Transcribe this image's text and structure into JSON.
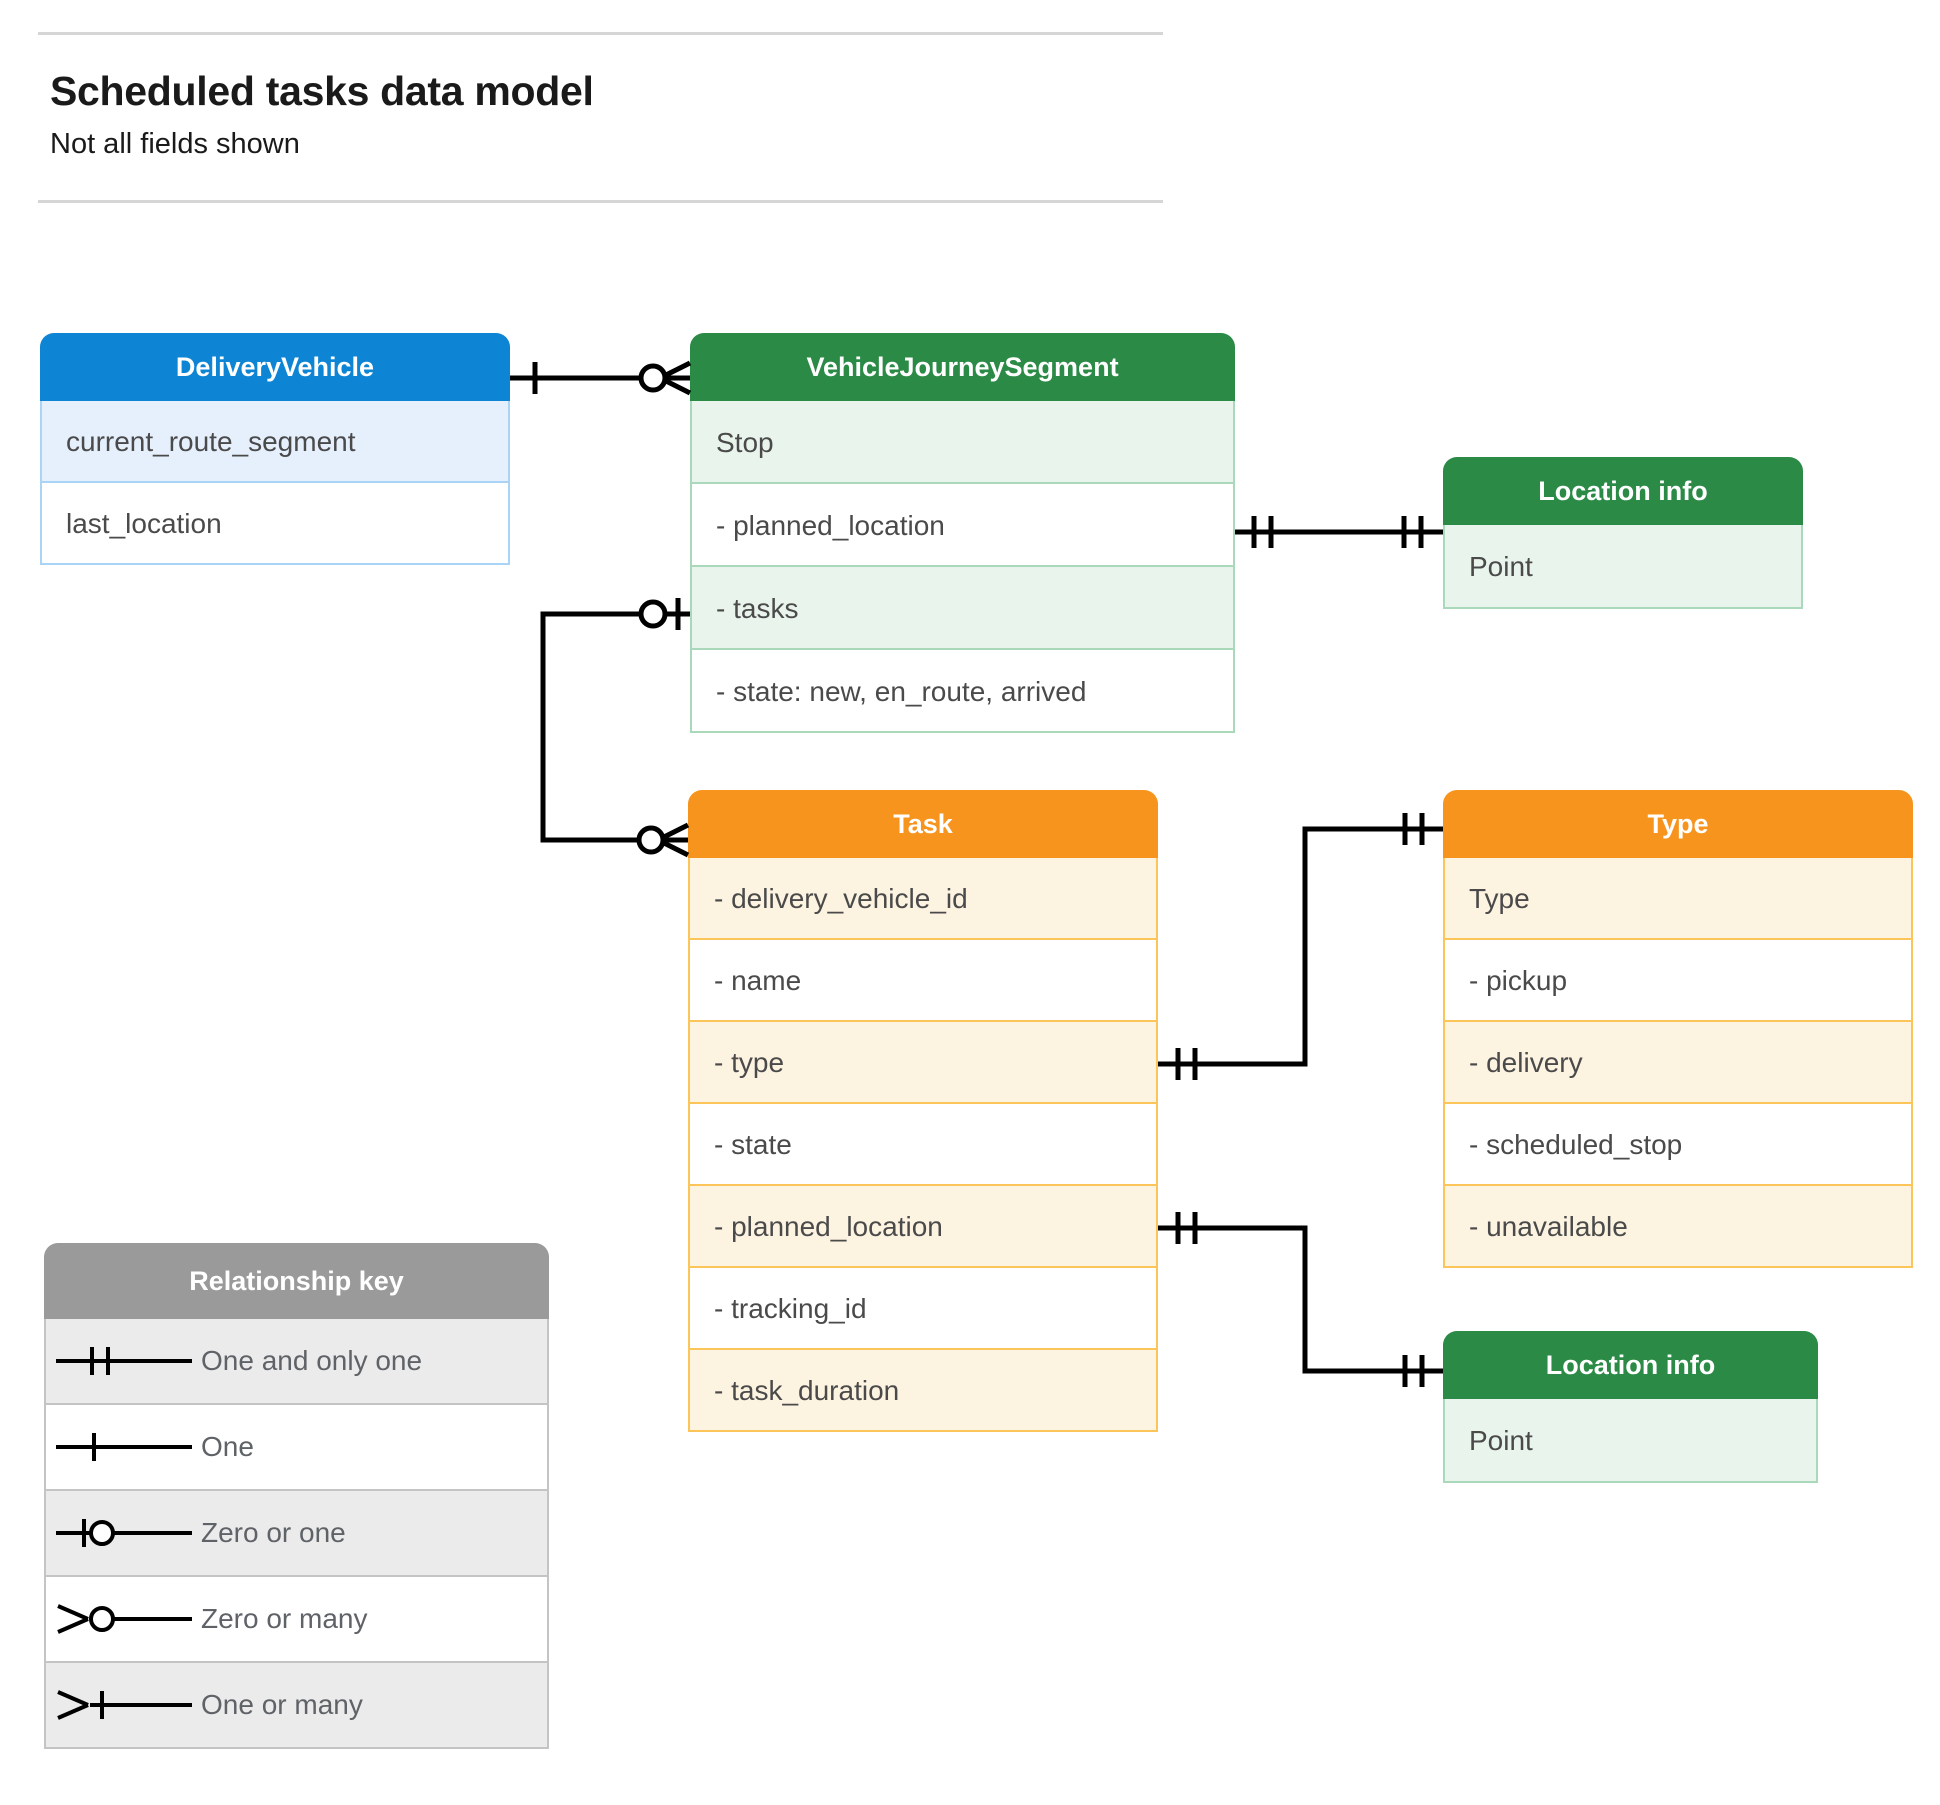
{
  "header": {
    "title": "Scheduled tasks data model",
    "subtitle": "Not all fields shown"
  },
  "entities": {
    "delivery_vehicle": {
      "title": "DeliveryVehicle",
      "color": "#0d84d4",
      "rows": [
        "current_route_segment",
        "last_location"
      ]
    },
    "vehicle_journey_segment": {
      "title": "VehicleJourneySegment",
      "color": "#2b8a46",
      "rows": [
        "Stop",
        "-  planned_location",
        "- tasks",
        "- state: new, en_route, arrived"
      ]
    },
    "location_info_top": {
      "title": "Location info",
      "color": "#2b8a46",
      "rows": [
        "Point"
      ]
    },
    "task": {
      "title": "Task",
      "color": "#f7941e",
      "rows": [
        "- delivery_vehicle_id",
        "- name",
        "- type",
        "- state",
        "- planned_location",
        "- tracking_id",
        "- task_duration"
      ]
    },
    "type": {
      "title": "Type",
      "color": "#f7941e",
      "rows": [
        "Type",
        "-  pickup",
        "-  delivery",
        "-  scheduled_stop",
        "-  unavailable"
      ]
    },
    "location_info_bottom": {
      "title": "Location info",
      "color": "#2b8a46",
      "rows": [
        "Point"
      ]
    }
  },
  "legend": {
    "title": "Relationship key",
    "items": [
      {
        "symbol": "one-and-only-one",
        "label": "One and only one"
      },
      {
        "symbol": "one",
        "label": "One"
      },
      {
        "symbol": "zero-or-one",
        "label": "Zero or one"
      },
      {
        "symbol": "zero-or-many",
        "label": "Zero or many"
      },
      {
        "symbol": "one-or-many",
        "label": "One or many"
      }
    ]
  },
  "relationships": [
    {
      "from": "DeliveryVehicle",
      "from_cardinality": "one",
      "to": "VehicleJourneySegment",
      "to_cardinality": "zero-or-many"
    },
    {
      "from": "VehicleJourneySegment.planned_location",
      "from_cardinality": "one-and-only-one",
      "to": "Location info",
      "to_cardinality": "one-and-only-one"
    },
    {
      "from": "VehicleJourneySegment.tasks",
      "from_cardinality": "zero-or-one",
      "to": "Task",
      "to_cardinality": "zero-or-many"
    },
    {
      "from": "Task.type",
      "from_cardinality": "one-and-only-one",
      "to": "Type",
      "to_cardinality": "one-and-only-one"
    },
    {
      "from": "Task.planned_location",
      "from_cardinality": "one-and-only-one",
      "to": "Location info",
      "to_cardinality": "one-and-only-one"
    }
  ],
  "colors": {
    "blue": "#0d84d4",
    "green": "#2b8a46",
    "orange": "#f7941e",
    "gray": "#9a9a9a",
    "line": "#000000"
  }
}
